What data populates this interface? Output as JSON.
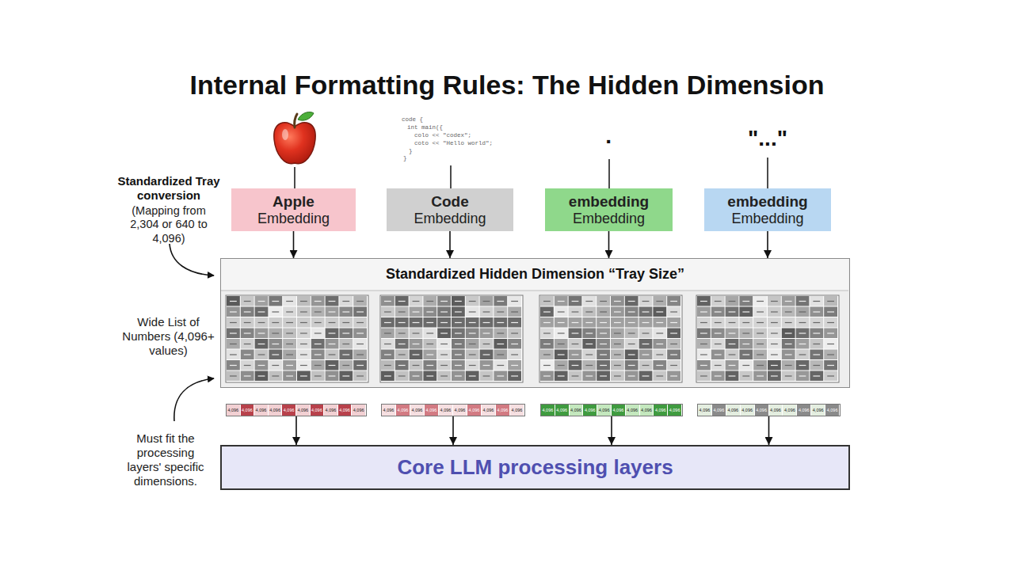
{
  "diagram": {
    "title": "Internal Formatting Rules: The Hidden Dimension",
    "nodes": [
      {
        "text": [
          "Apple",
          "Embedding"
        ]
      },
      {
        "text": [
          "Code",
          "Embedding"
        ]
      },
      {
        "text": [
          "embedding",
          "Embedding"
        ]
      },
      {
        "text": [
          "embedding",
          "Embedding"
        ]
      },
      {
        "text": [
          "Standardized Hidden Dimension “Tray Size”"
        ]
      },
      {
        "text": [
          "4,096",
          "4,096",
          "4,096",
          "4,096",
          "4,096",
          "4,096",
          "4,096",
          "4,096",
          "4,096",
          "4,096"
        ]
      },
      {
        "text": [
          "4,096",
          "4,096",
          "4,096",
          "4,096",
          "4,096",
          "4,096",
          "4,096",
          "4,096",
          "4,096",
          "4,096"
        ]
      },
      {
        "text": [
          "4,096",
          "4,096",
          "4,096",
          "4,096",
          "4,096",
          "4,096",
          "4,096",
          "4,096",
          "4,096",
          "4,096"
        ]
      },
      {
        "text": [
          "4,096",
          "4,096",
          "4,096",
          "4,096",
          "4,096",
          "4,096",
          "4,096",
          "4,096",
          "4,096",
          "4,096"
        ]
      },
      {
        "text": [
          "Core LLM processing layers"
        ]
      }
    ],
    "edges": [
      {
        "from": 0,
        "to": 4,
        "arrow": "to"
      },
      {
        "from": 1,
        "to": 4,
        "arrow": "to"
      },
      {
        "from": 2,
        "to": 4,
        "arrow": "to"
      },
      {
        "from": 3,
        "to": 4,
        "arrow": "to"
      },
      {
        "from": 5,
        "to": 9,
        "arrow": "to"
      },
      {
        "from": 6,
        "to": 9,
        "arrow": "to"
      },
      {
        "from": 7,
        "to": 9,
        "arrow": "to"
      },
      {
        "from": 8,
        "to": 9,
        "arrow": "to"
      }
    ],
    "labels": [
      "code {",
      "int main({",
      "colo << \"codex\";",
      "coto << \"Hello world\";",
      "}",
      "}",
      "·",
      "\"...\"",
      "Standardized Tray conversion",
      "(Mapping from 2,304 or 640 to 4,096)",
      "Wide List of Numbers (4,096+ values)",
      "Must fit the processing layers' specific dimensions."
    ]
  }
}
